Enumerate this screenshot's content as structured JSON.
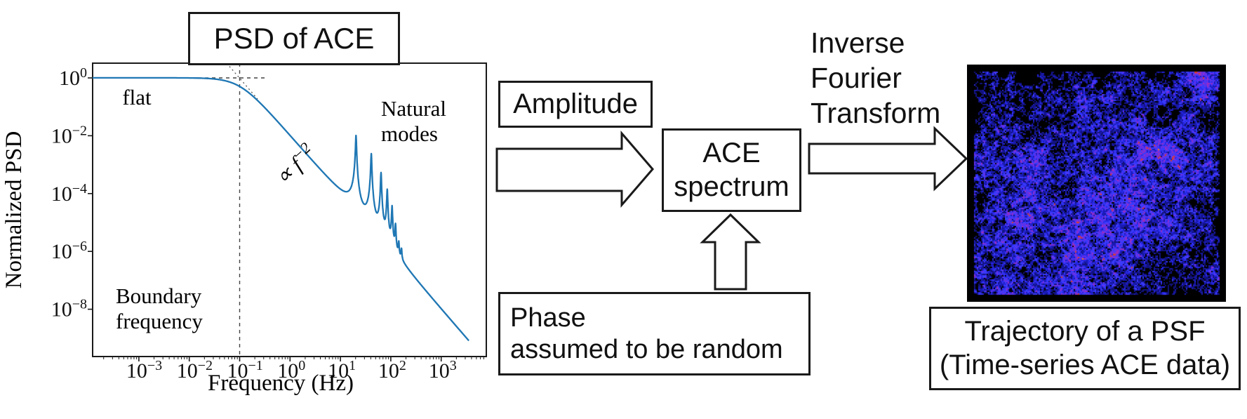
{
  "diagram": {
    "title_box": "PSD of ACE",
    "amplitude_label": "Amplitude",
    "ace_spectrum_lines": [
      "ACE",
      "spectrum"
    ],
    "phase_lines": [
      "Phase",
      "assumed to be random"
    ],
    "ift_lines": [
      "Inverse",
      "Fourier",
      "Transform"
    ],
    "psf_caption_lines": [
      "Trajectory of a PSF",
      "(Time-series ACE data)"
    ]
  },
  "chart_data": {
    "type": "line",
    "title": "PSD of ACE",
    "xlabel": "Frequency (Hz)",
    "ylabel": "Normalized PSD",
    "xscale": "log",
    "yscale": "log",
    "xlim": [
      0.0001,
      7900
    ],
    "ylim": [
      2.3e-10,
      3.2
    ],
    "grid": false,
    "legend": "none",
    "x_tick_exponents": [
      -3,
      -2,
      -1,
      0,
      1,
      2,
      3
    ],
    "y_tick_exponents": [
      0,
      -2,
      -4,
      -6,
      -8
    ],
    "curve_color": "#1f77b4",
    "model": {
      "flat_level": 1.0,
      "boundary_frequency_hz": 0.1,
      "power_law_exponent": -2,
      "natural_modes": [
        {
          "f": 20.4,
          "psd": 0.0102
        },
        {
          "f": 41.0,
          "psd": 0.0024
        },
        {
          "f": 64.0,
          "psd": 0.00053
        },
        {
          "f": 85.0,
          "psd": 0.00014
        },
        {
          "f": 106.0,
          "psd": 3.7e-05
        },
        {
          "f": 124.0,
          "psd": 8.5e-06
        },
        {
          "f": 144.0,
          "psd": 1.9e-06
        },
        {
          "f": 163.0,
          "psd": 1.1e-06
        }
      ],
      "curve_end_hz": 3500,
      "curve_end_psd": 8e-10
    },
    "annotations": {
      "flat": "flat",
      "natural_modes": [
        "Natural",
        "modes"
      ],
      "boundary": [
        "Boundary",
        "frequency"
      ],
      "slope": {
        "propto": "∝ ",
        "var": "f",
        "exp": "−2"
      }
    }
  },
  "psf_image": {
    "background": "#000000",
    "palette_low": "#12127e",
    "palette_mid": "#3a3afa",
    "palette_hot": "#f57c12",
    "palette_peak": "#ffb32e"
  }
}
